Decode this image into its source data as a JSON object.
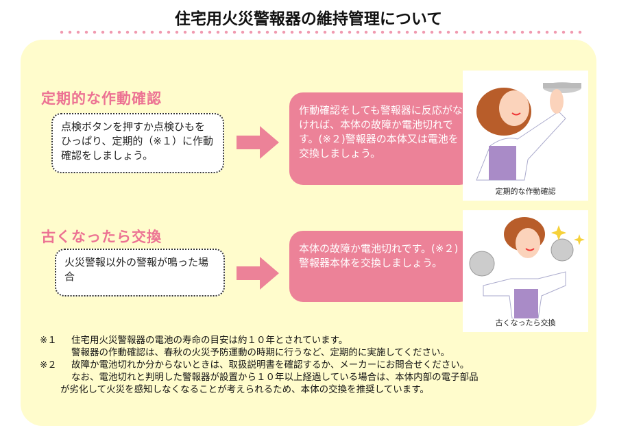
{
  "title": "住宅用火災警報器の維持管理について",
  "colors": {
    "accent": "#ec7293",
    "panel": "#fffccc",
    "pink_box": "#ec8298"
  },
  "section1": {
    "heading": "定期的な作動確認",
    "action": "点検ボタンを押すか点検ひもをひっぱり、定期的（※１）に作動確認をしましょう。",
    "result": "作動確認をしても警報器に反応がなければ、本体の故障か電池切れです。(※２)警報器の本体又は電池を交換しましょう。",
    "image_caption": "定期的な作動確認"
  },
  "section2": {
    "heading": "古くなったら交換",
    "action": "火災警報以外の警報が鳴った場合",
    "result": "本体の故障か電池切れです。(※２)警報器本体を交換しましょう。",
    "image_caption": "古くなったら交換"
  },
  "notes": {
    "n1_mark": "※１",
    "n1_line1": "住宅用火災警報器の電池の寿命の目安は約１０年とされています。",
    "n1_line2": "警報器の作動確認は、春秋の火災予防運動の時期に行うなど、定期的に実施してください。",
    "n2_mark": "※２",
    "n2_line1": "故障か電池切れか分からないときは、取扱説明書を確認するか、メーカーにお問合せください。",
    "n2_line2": "なお、電池切れと判明した警報器が設置から１０年以上経過している場合は、本体内部の電子部品",
    "n2_line3": "が劣化して火災を感知しなくなることが考えられるため、本体の交換を推奨しています。"
  }
}
